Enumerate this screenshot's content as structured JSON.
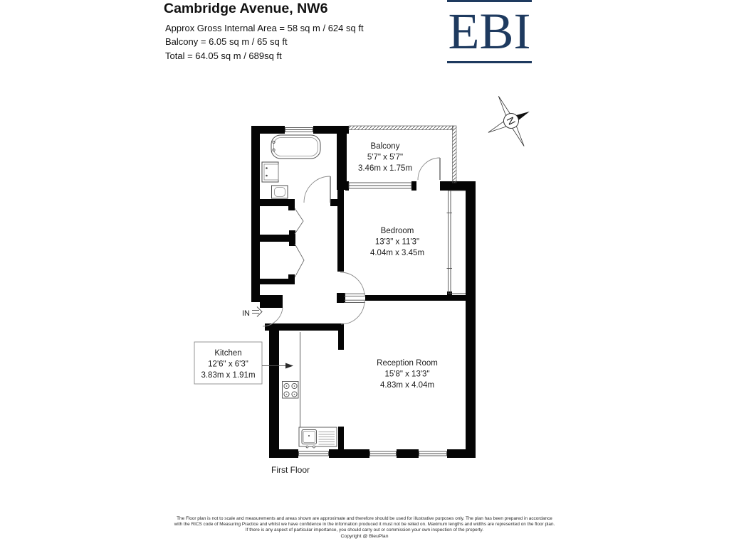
{
  "header": {
    "title": "Cambridge Avenue, NW6",
    "line1": "Approx Gross Internal Area = 58 sq m / 624 sq ft",
    "line2": "Balcony = 6.05 sq m / 65 sq ft",
    "line3": "Total =  64.05 sq m / 689sq ft"
  },
  "logo": {
    "text": "EBI",
    "color": "#1e3a5f"
  },
  "compass": {
    "letter": "N"
  },
  "colors": {
    "wall": "#050505",
    "thin_line": "#4d4d4d",
    "logo_navy": "#1e3a5f"
  },
  "plan": {
    "entrance_label": "IN",
    "floor_label": "First Floor",
    "rooms": {
      "balcony": {
        "name": "Balcony",
        "imperial": "5'7\" x 5'7\"",
        "metric": "3.46m x 1.75m"
      },
      "bedroom": {
        "name": "Bedroom",
        "imperial": "13'3\" x 11'3\"",
        "metric": "4.04m x 3.45m"
      },
      "reception": {
        "name": "Reception Room",
        "imperial": "15'8\" x 13'3\"",
        "metric": "4.83m x 4.04m"
      },
      "kitchen": {
        "name": "Kitchen",
        "imperial": "12'6\" x 6'3\"",
        "metric": "3.83m x 1.91m"
      }
    }
  },
  "footer": {
    "line1": "The Floor plan is not to scale and measurements and areas shown are approximate and therefore should be used for illustrative purposes only. The plan has been prepared in accordance",
    "line2": "with the RICS code of Measuring Practice and whilst we have confidence in the information produced it must not be relied on. Maximum lengths and widths are represented on the floor plan.",
    "line3": "If there is any aspect of particular importance, you should carry out or commission your own inspection of the property.",
    "copyright": "Copyright @ BleuPlan"
  }
}
